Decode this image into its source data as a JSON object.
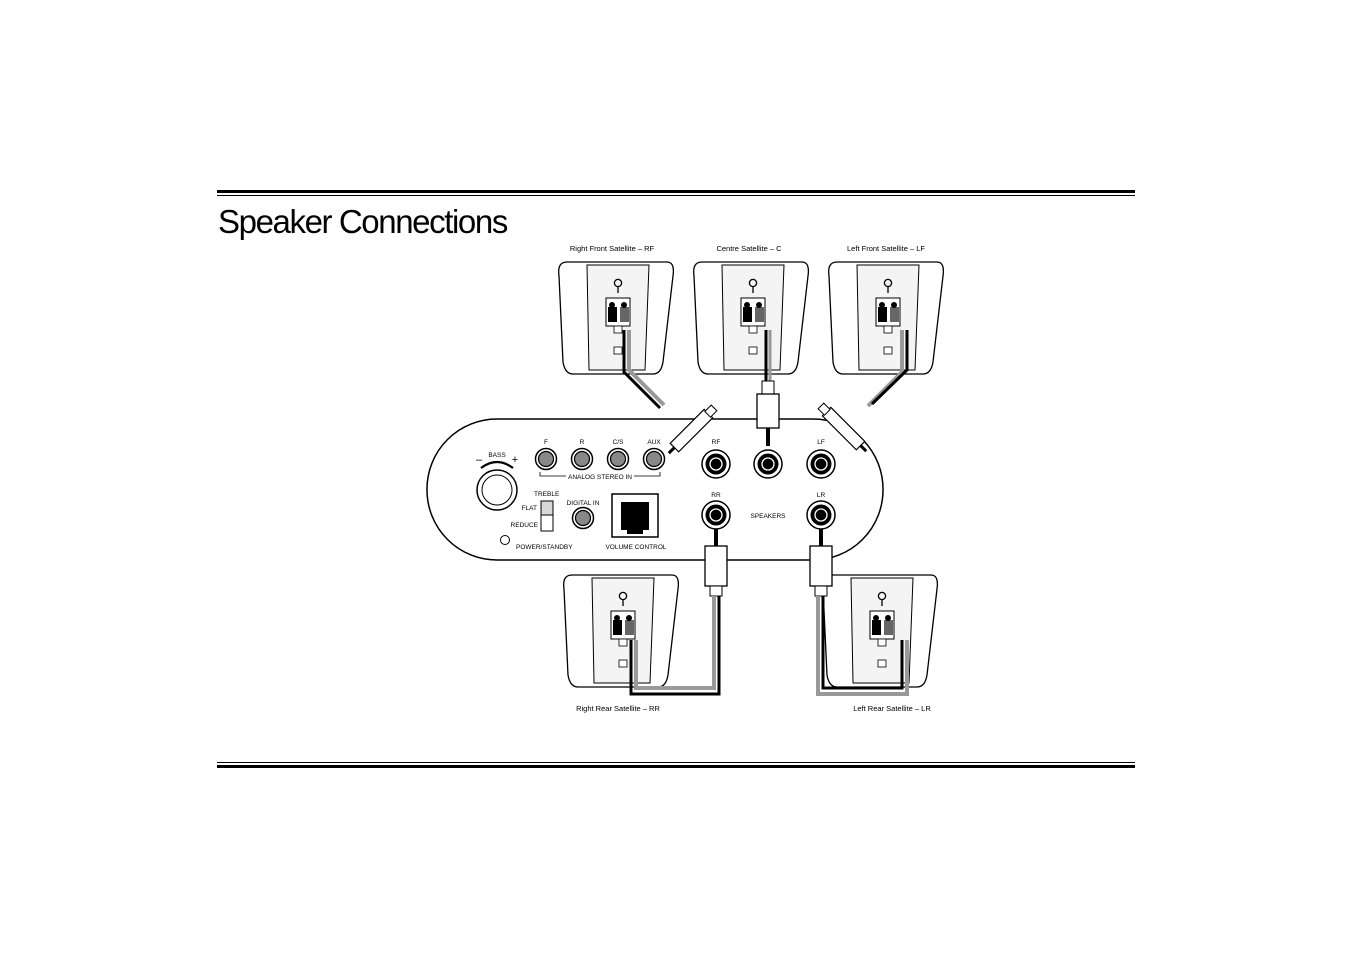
{
  "page": {
    "title": "Speaker Connections"
  },
  "speakers": {
    "rf": "Right Front Satellite – RF",
    "c": "Centre Satellite – C",
    "lf": "Left Front Satellite – LF",
    "rr": "Right Rear Satellite – RR",
    "lr": "Left Rear Satellite – LR"
  },
  "panel": {
    "bass": "BASS",
    "minus": "–",
    "plus": "+",
    "inputs": {
      "f": "F",
      "r": "R",
      "cs": "C/S",
      "aux": "AUX"
    },
    "analog_stereo_in": "ANALOG STEREO IN",
    "treble": "TREBLE",
    "flat": "FLAT",
    "reduce": "REDUCE",
    "digital_in": "DIGITAL IN",
    "power_standby": "POWER/STANDBY",
    "volume_control": "VOLUME CONTROL",
    "outputs": {
      "rf": "RF",
      "lf": "LF",
      "rr": "RR",
      "lr": "LR"
    },
    "speakers": "SPEAKERS"
  }
}
